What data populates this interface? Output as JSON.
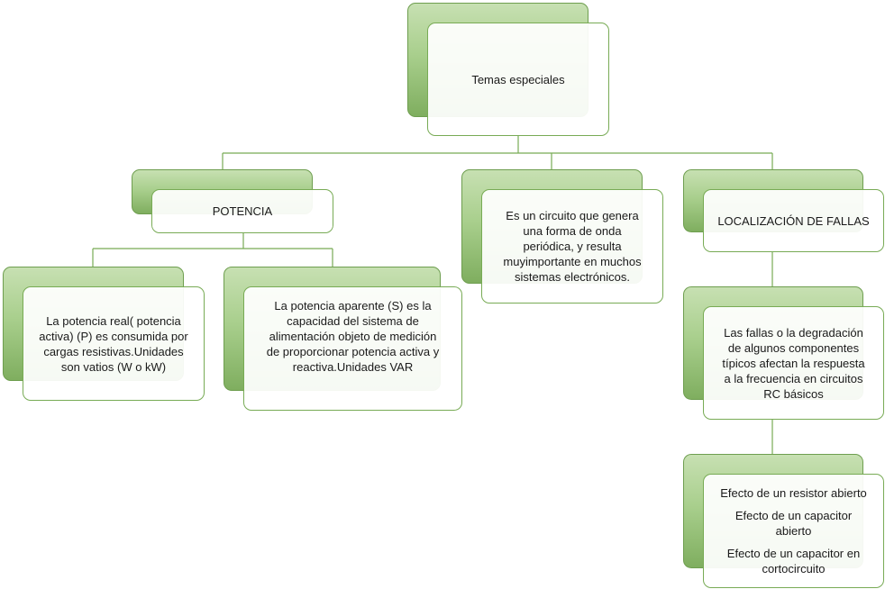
{
  "diagram": {
    "root": {
      "label": "Temas especiales"
    },
    "potencia": {
      "label": "POTENCIA",
      "children": [
        {
          "lines": [
            "La potencia real( potencia",
            "activa) (P) es consumida por",
            "cargas resistivas.Unidades",
            "son vatios (W o kW)"
          ]
        },
        {
          "lines": [
            "La potencia aparente (S) es la",
            "capacidad del sistema de",
            "alimentación objeto de medición",
            "de proporcionar  potencia  activa y",
            "reactiva.Unidades  VAR"
          ]
        }
      ]
    },
    "circuito": {
      "lines": [
        "Es un circuito que genera",
        "una forma de onda",
        "periódica, y resulta",
        "muyimportante  en muchos",
        "sistemas electrónicos."
      ]
    },
    "fallas": {
      "label": "LOCALIZACIÓN DE FALLAS",
      "detail": {
        "lines": [
          "Las fallas o la degradación",
          "de algunos componentes",
          "típicos afectan la respuesta",
          "a la frecuencia en circuitos",
          "RC básicos"
        ]
      },
      "efectos": {
        "items": [
          {
            "lines": [
              "Efecto de un resistor abierto"
            ]
          },
          {
            "lines": [
              "Efecto de un capacitor",
              "abierto"
            ]
          },
          {
            "lines": [
              "Efecto de un capacitor en",
              "cortocircuito"
            ]
          }
        ]
      }
    }
  }
}
